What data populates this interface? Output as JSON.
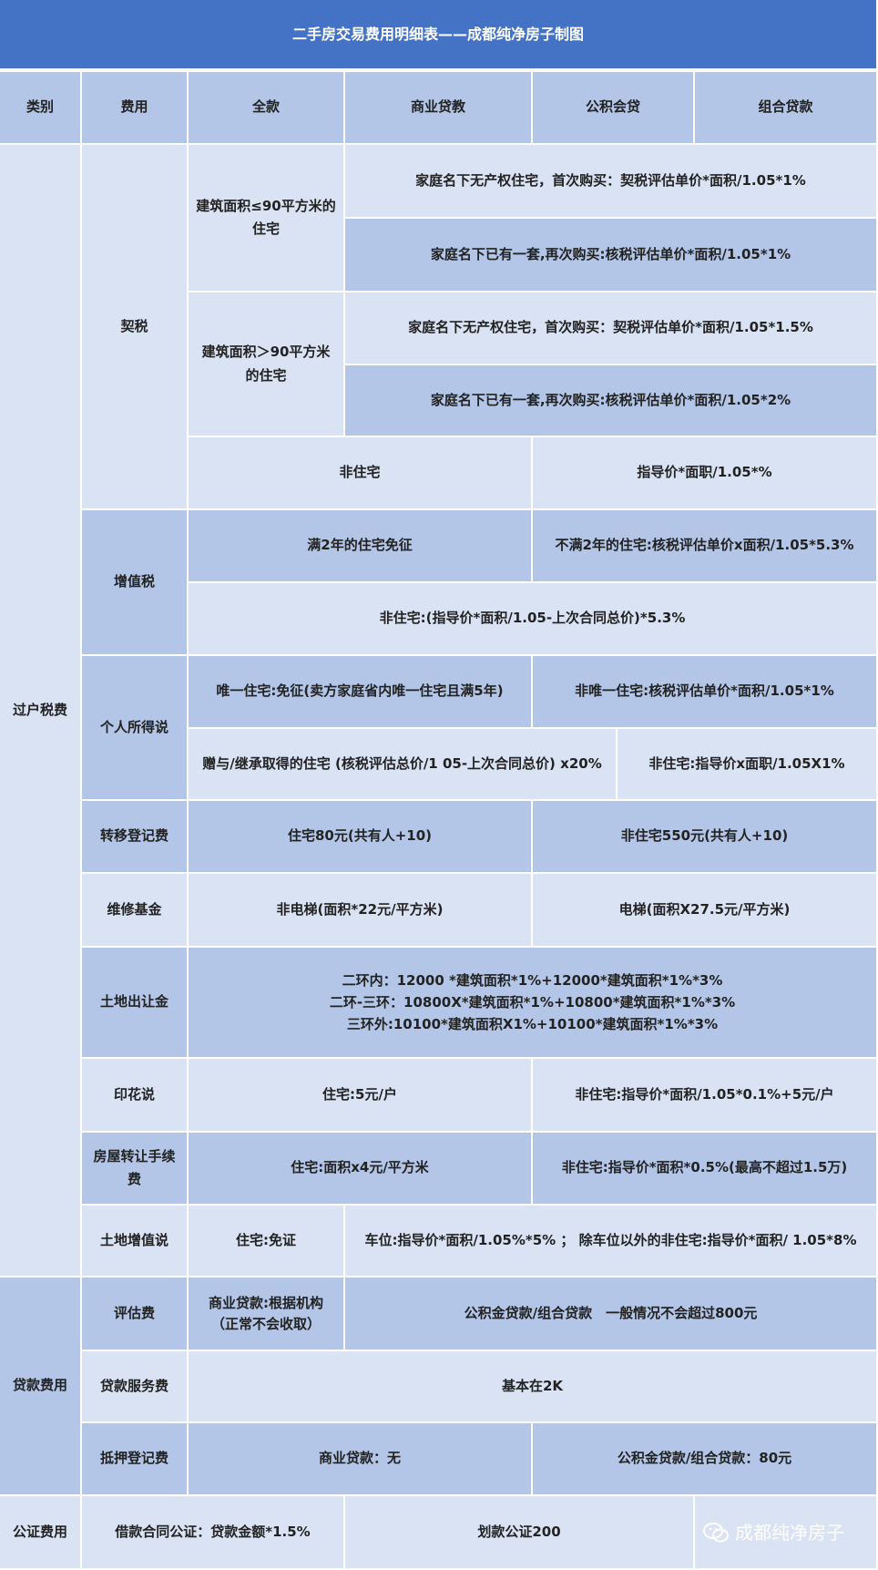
{
  "title": "二手房交易费用明细表——成都纯净房子制图",
  "headers": [
    "类别",
    "费用",
    "全款",
    "商业贷教",
    "公积会贷",
    "组合贷款"
  ],
  "transfer": {
    "category": "过户税费",
    "deed": {
      "label": "契税",
      "small": "建筑面积≤90平方米的住宅",
      "small_first": "家庭名下无产权住宅，首次购买：契税评估单价*面积/1.05*1%",
      "small_second": "家庭名下已有一套,再次购买:核税评估单价*面积/1.05*1%",
      "large": "建筑面积＞90平方米的住宅",
      "large_first": "家庭名下无产权住宅，首次购买：契税评估单价*面积/1.05*1.5%",
      "large_second": "家庭名下已有一套,再次购买:核税评估单价*面积/1.05*2%",
      "nonres": "非住宅",
      "nonres_formula": "指导价*面职/1.05*%"
    },
    "vat": {
      "label": "增值税",
      "over2": "满2年的住宅免征",
      "under2": "不满2年的住宅:核税评估单价x面积/1.05*5.3%",
      "nonres": "非住宅:(指导价*面积/1.05-上次合同总价)*5.3%"
    },
    "income": {
      "label": "个人所得说",
      "only": "唯一住宅:免征(卖方家庭省内唯一住宅且满5年)",
      "not_only": "非唯一住宅:核税评估单价*面积/1.05*1%",
      "gift": "赠与/继承取得的住宅 (核税评估总价/1 05-上次合同总价) x20%",
      "nonres": "非住宅:指导价x面职/1.05X1%"
    },
    "registration": {
      "label": "转移登记费",
      "res": "住宅80元(共有人+10)",
      "nonres": "非住宅550元(共有人+10)"
    },
    "maintenance": {
      "label": "维修基金",
      "no_elevator": "非电梯(面积*22元/平方米)",
      "elevator": "电梯(面积X27.5元/平方米)"
    },
    "land_grant": {
      "label": "土地出让金",
      "lines": [
        "二环内：12000 *建筑面积*1%+12000*建筑面积*1%*3%",
        "二环-三环：10800X*建筑面积*1%+10800*建筑面积*1%*3%",
        "三环外:10100*建筑面积X1%+10100*建筑面积*1%*3%"
      ]
    },
    "stamp": {
      "label": "印花说",
      "res": "住宅:5元/户",
      "nonres": "非住宅:指导价*面积/1.05*0.1%+5元/户"
    },
    "handling": {
      "label": "房屋转让手续费",
      "res": "住宅:面积x4元/平方米",
      "nonres": "非住宅:指导价*面积*0.5%(最高不超过1.5万)"
    },
    "land_vat": {
      "label": "土地增值说",
      "res": "住宅:免证",
      "other": "车位:指导价*面积/1.05%*5% ； 除车位以外的非住宅:指导价*面积/ 1.05*8%"
    }
  },
  "loan": {
    "category": "贷款费用",
    "appraisal": {
      "label": "评估费",
      "commercial": "商业贷款:根据机构（正常不会收取）",
      "fund": "公积金贷款/组合贷款　一般情况不会超过800元"
    },
    "service": {
      "label": "贷款服务费",
      "value": "基本在2K"
    },
    "mortgage": {
      "label": "抵押登记费",
      "commercial": "商业贷款：无",
      "fund": "公积金贷款/组合贷款：80元"
    }
  },
  "notary": {
    "category": "公证费用",
    "loan_contract": "借款合同公证：贷款金额*1.5%",
    "transfer": "划款公证200"
  },
  "watermark": "成都纯净房子",
  "colors": {
    "title": "#4472c4",
    "dark": "#b4c6e7",
    "light": "#dae3f3"
  }
}
